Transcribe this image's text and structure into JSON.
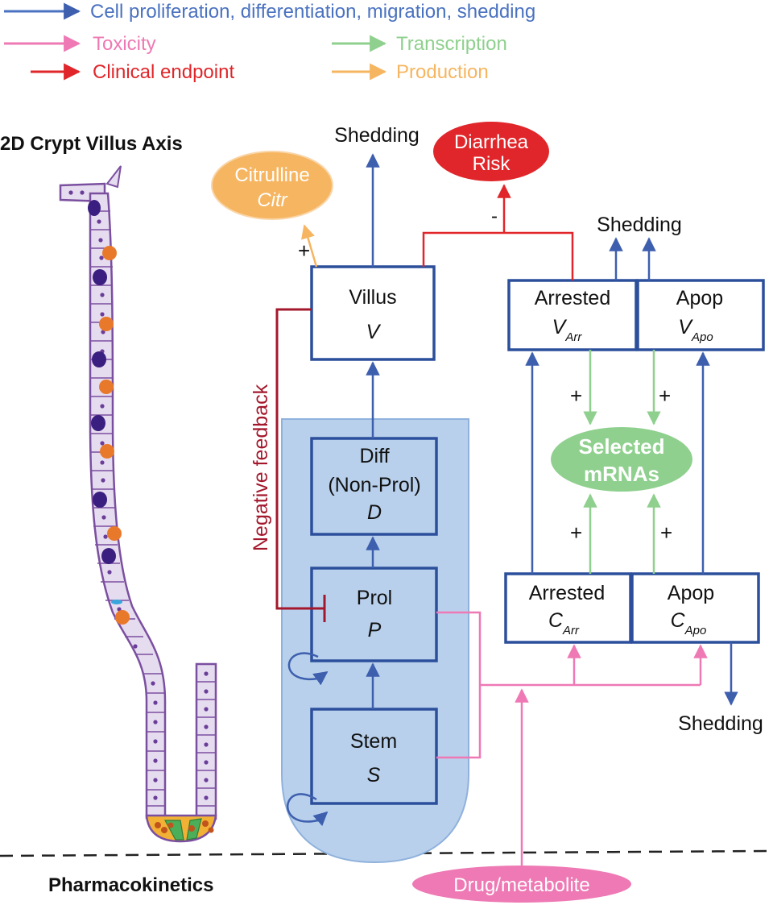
{
  "legend": [
    {
      "label": "Cell proliferation, differentiation, migration, shedding",
      "color": "#4a72c0"
    },
    {
      "label": "Toxicity",
      "color": "#ee79b4"
    },
    {
      "label": "Transcription",
      "color": "#8fd08e"
    },
    {
      "label": "Clinical endpoint",
      "color": "#e0262a"
    },
    {
      "label": "Production",
      "color": "#f6b560"
    }
  ],
  "titles": {
    "crypt_axis": "2D Crypt Villus Axis",
    "pharmacokinetics": "Pharmacokinetics"
  },
  "nodes": {
    "villus": {
      "name": "Villus",
      "symbol": "V"
    },
    "diff": {
      "line1": "Diff",
      "line2": "(Non-Prol)",
      "symbol": "D"
    },
    "prol": {
      "name": "Prol",
      "symbol": "P"
    },
    "stem": {
      "name": "Stem",
      "symbol": "S"
    },
    "arrested_v": {
      "name": "Arrested",
      "symbol": "V",
      "subscript": "Arr"
    },
    "apop_v": {
      "name": "Apop",
      "symbol": "V",
      "subscript": "Apo"
    },
    "arrested_c": {
      "name": "Arrested",
      "symbol": "C",
      "subscript": "Arr"
    },
    "apop_c": {
      "name": "Apop",
      "symbol": "C",
      "subscript": "Apo"
    },
    "citrulline": {
      "name": "Citrulline",
      "symbol": "Citr"
    },
    "diarrhea": {
      "line1": "Diarrhea",
      "line2": "Risk"
    },
    "mrna": {
      "line1": "Selected",
      "line2": "mRNAs"
    },
    "drug": {
      "name": "Drug/metabolite"
    }
  },
  "labels": {
    "shedding_top": "Shedding",
    "shedding_right": "Shedding",
    "shedding_bottom": "Shedding",
    "negative_feedback": "Negative feedback",
    "plus": "+",
    "minus": "-"
  },
  "colors": {
    "blue": "#3d5fae",
    "box_border": "#2c4f9c",
    "region_fill": "#b8d0ec",
    "region_stroke": "#8fb1dc",
    "pink": "#ee79b4",
    "green": "#8fd08e",
    "red": "#e0262a",
    "orange": "#f6b560",
    "feedback": "#a3182c",
    "cell_purple": "#7b4fa0",
    "cell_fill": "#e6dcef",
    "nucleus": "#3b1f80",
    "orange_cell": "#e8792a"
  }
}
